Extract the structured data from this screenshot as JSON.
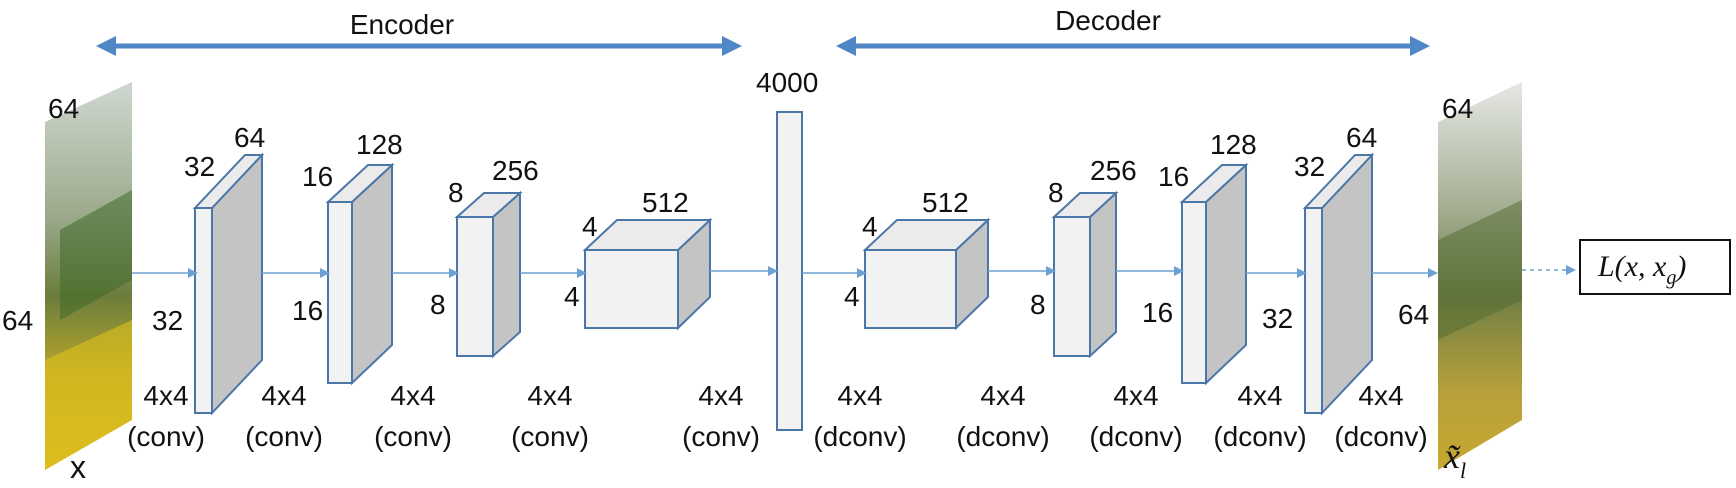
{
  "encoder_label": "Encoder",
  "decoder_label": "Decoder",
  "input": {
    "symbol": "x",
    "width": "64",
    "height": "64"
  },
  "output": {
    "width": "64",
    "height": "64"
  },
  "encoder_blocks": [
    {
      "channels": "64",
      "height": "32",
      "width": "32",
      "kernel": "4x4",
      "op": "(conv)"
    },
    {
      "channels": "128",
      "height": "16",
      "width": "16",
      "kernel": "4x4",
      "op": "(conv)"
    },
    {
      "channels": "256",
      "height": "8",
      "width": "8",
      "kernel": "4x4",
      "op": "(conv)"
    },
    {
      "channels": "512",
      "height": "4",
      "width": "4",
      "kernel": "4x4",
      "op": "(conv)"
    }
  ],
  "bottleneck": {
    "units": "4000",
    "kernel": "4x4",
    "op": "(conv)"
  },
  "decoder_blocks": [
    {
      "channels": "512",
      "height": "4",
      "width": "4",
      "kernel": "4x4",
      "op": "(dconv)"
    },
    {
      "channels": "256",
      "height": "8",
      "width": "8",
      "kernel": "4x4",
      "op": "(dconv)"
    },
    {
      "channels": "128",
      "height": "16",
      "width": "16",
      "kernel": "4x4",
      "op": "(dconv)"
    },
    {
      "channels": "64",
      "height": "32",
      "width": "32",
      "kernel": "4x4",
      "op": "(dconv)"
    },
    {
      "kernel": "4x4",
      "op": "(dconv)"
    }
  ],
  "loss": {
    "text": "L(x, x_g)"
  },
  "colors": {
    "box_stroke": "#4a76a8",
    "arrow": "#4f86c6",
    "flow": "#6fa0d4",
    "side_fill": "#c4c4c4"
  }
}
